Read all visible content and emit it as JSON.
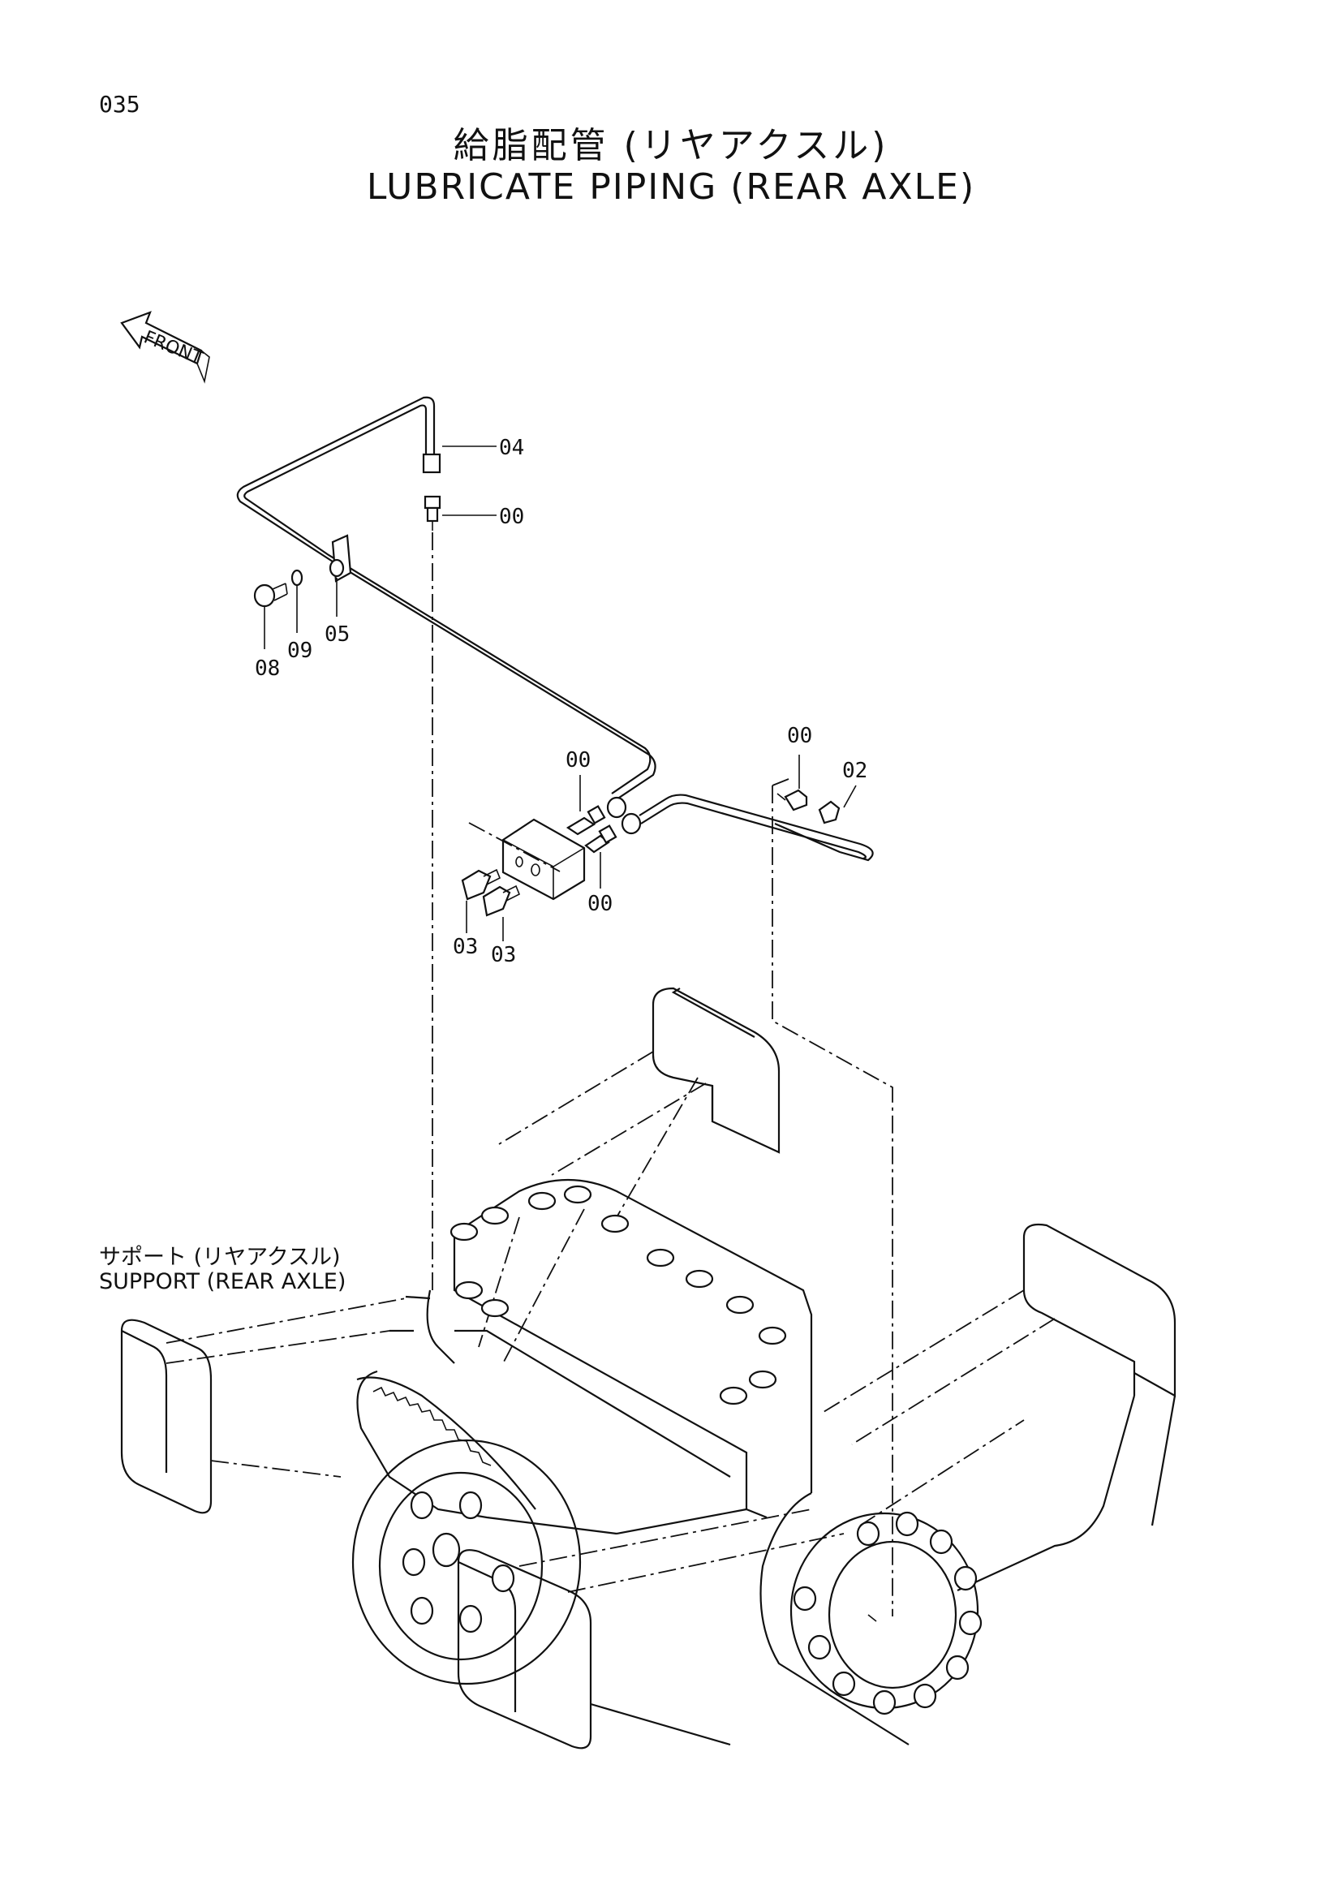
{
  "page_number": "035",
  "title": {
    "japanese": "給脂配管 (リヤアクスル)",
    "english": "LUBRICATE PIPING (REAR AXLE)"
  },
  "front_arrow_label": "FRONT",
  "support_note": {
    "japanese": "サポート (リヤアクスル)",
    "english": "SUPPORT (REAR AXLE)"
  },
  "callouts": {
    "c04": "04",
    "c00_top": "00",
    "c08": "08",
    "c09": "09",
    "c05": "05",
    "c00_mid": "00",
    "c00_right": "00",
    "c02": "02",
    "c00_low": "00",
    "c03_a": "03",
    "c03_b": "03"
  }
}
